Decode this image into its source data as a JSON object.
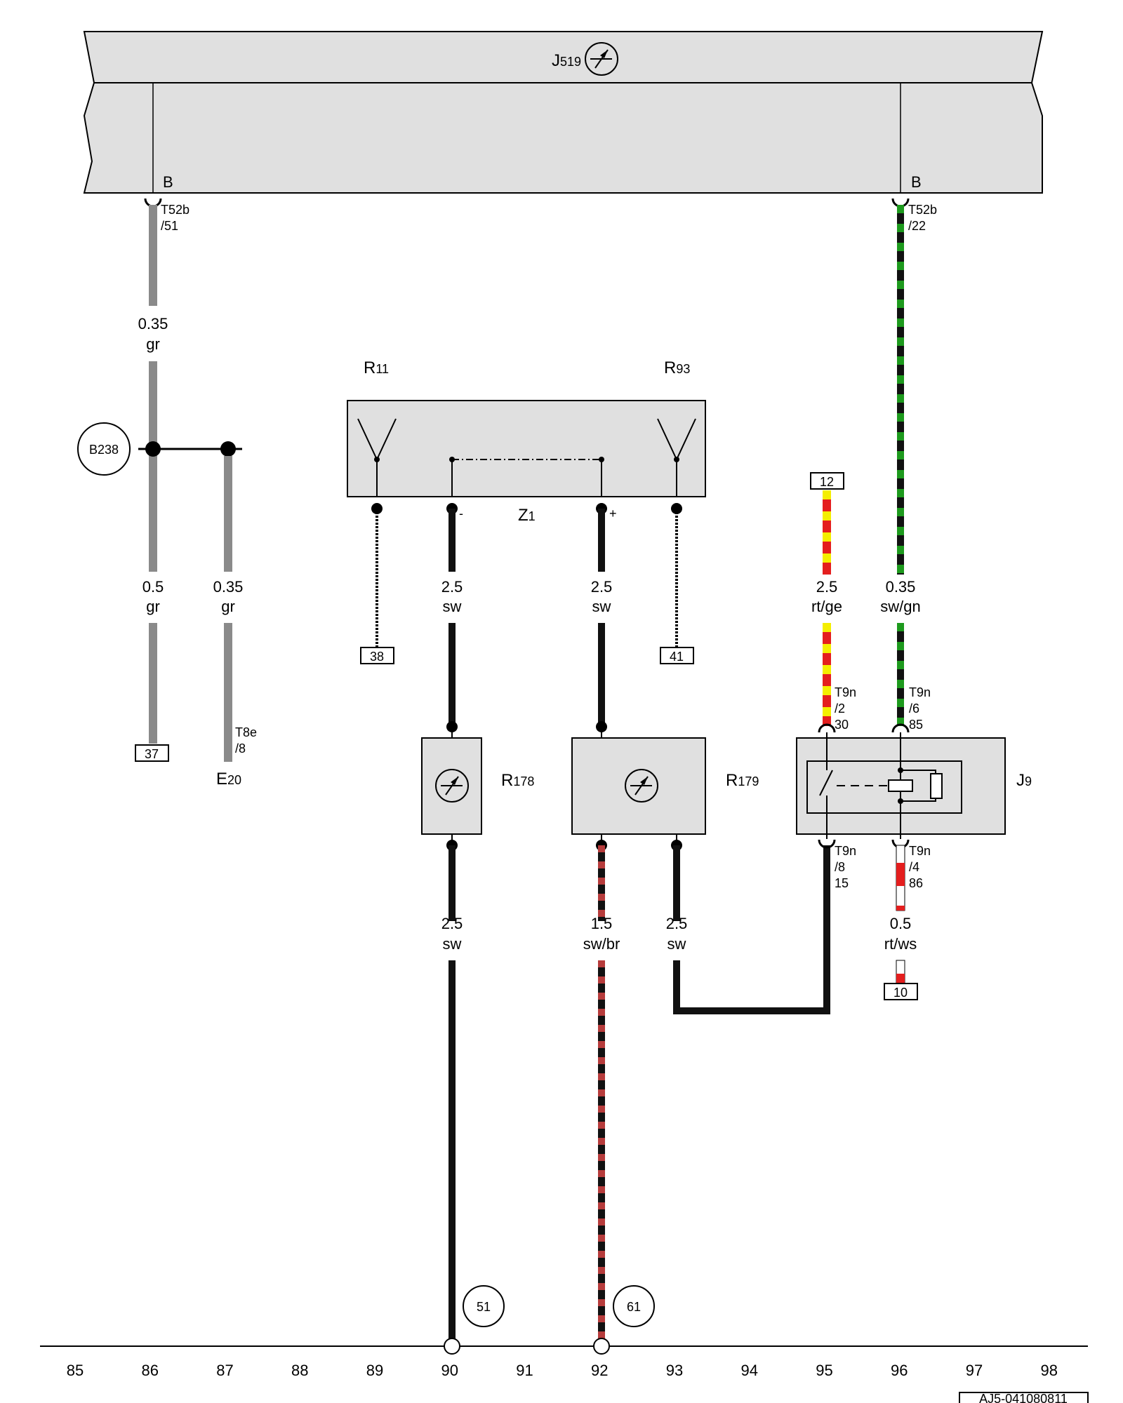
{
  "colors": {
    "module_fill": "#e0e0e0",
    "wire_gr": "#8a8a8a",
    "wire_sw": "#111111",
    "red": "#e41e1e",
    "yellow": "#f4ee00",
    "green": "#1d9a1d",
    "brown": "#b63c3c",
    "white": "#ffffff"
  },
  "module": {
    "name": "J",
    "sub": "519",
    "left_connector": {
      "label": "B",
      "pin": "T52b",
      "pin_no": "/51"
    },
    "right_connector": {
      "label": "B",
      "pin": "T52b",
      "pin_no": "/22"
    }
  },
  "ground_point": "B238",
  "wires": {
    "left_top": {
      "size": "0.35",
      "color": "gr"
    },
    "left_a": {
      "size": "0.5",
      "color": "gr"
    },
    "left_b": {
      "size": "0.35",
      "color": "gr"
    },
    "z1_neg": {
      "size": "2.5",
      "color": "sw"
    },
    "z1_pos": {
      "size": "2.5",
      "color": "sw"
    },
    "feed12": {
      "size": "2.5",
      "color": "rt/ge"
    },
    "right_top": {
      "size": "0.35",
      "color": "sw/gn"
    },
    "r178_out": {
      "size": "2.5",
      "color": "sw"
    },
    "r179_out": {
      "size": "1.5",
      "color": "sw/br"
    },
    "r179_gnd": {
      "size": "2.5",
      "color": "sw"
    },
    "j9_86": {
      "size": "0.5",
      "color": "rt/ws"
    }
  },
  "refs": {
    "r37": "37",
    "r38": "38",
    "r41": "41",
    "r12": "12",
    "r10": "10"
  },
  "components": {
    "e20": {
      "name": "E",
      "sub": "20",
      "pin": "T8e",
      "pin_no": "/8"
    },
    "r11": {
      "name": "R",
      "sub": "11"
    },
    "r93": {
      "name": "R",
      "sub": "93"
    },
    "z1": {
      "name": "Z",
      "sub": "1",
      "minus": "-",
      "plus": "+"
    },
    "r178": {
      "name": "R",
      "sub": "178"
    },
    "r179": {
      "name": "R",
      "sub": "179"
    },
    "j9": {
      "name": "J",
      "sub": "9",
      "pin30": {
        "conn": "T9n",
        "pin": "/2",
        "term": "30"
      },
      "pin85": {
        "conn": "T9n",
        "pin": "/6",
        "term": "85"
      },
      "pin15": {
        "conn": "T9n",
        "pin": "/8",
        "term": "15"
      },
      "pin86": {
        "conn": "T9n",
        "pin": "/4",
        "term": "86"
      }
    }
  },
  "ground_refs": {
    "g51": "51",
    "g61": "61"
  },
  "ruler": [
    "85",
    "86",
    "87",
    "88",
    "89",
    "90",
    "91",
    "92",
    "93",
    "94",
    "95",
    "96",
    "97",
    "98"
  ],
  "doc_code": "AJ5-041080811"
}
